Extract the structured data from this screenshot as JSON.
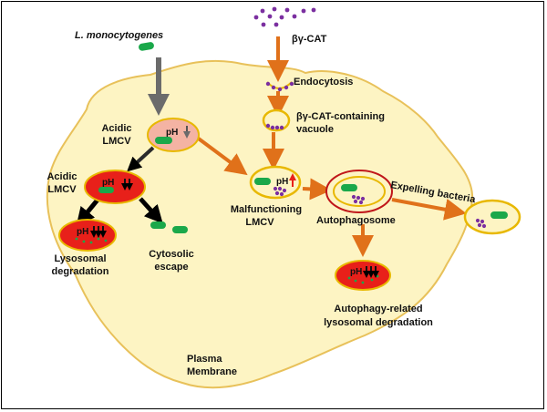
{
  "labels": {
    "listeria": "L. monocytogenes",
    "bgcat": "βγ-CAT",
    "endocytosis": "Endocytosis",
    "vacuole_line1": "βγ-CAT-containing",
    "vacuole_line2": "vacuole",
    "acidic_lmcv_1_line1": "Acidic",
    "acidic_lmcv_1_line2": "LMCV",
    "acidic_lmcv_2_line1": "Acidic",
    "acidic_lmcv_2_line2": "LMCV",
    "ph": "pH",
    "lysosomal_line1": "Lysosomal",
    "lysosomal_line2": "degradation",
    "cytosolic_line1": "Cytosolic",
    "cytosolic_line2": "escape",
    "malfunctioning_line1": "Malfunctioning",
    "malfunctioning_line2": "LMCV",
    "autophagosome": "Autophagosome",
    "expelling": "Expelling bacteria",
    "autophagy_line1": "Autophagy-related",
    "autophagy_line2": "lysosomal degradation",
    "membrane_line1": "Plasma",
    "membrane_line2": "Membrane"
  },
  "colors": {
    "cell_fill": "#fdf4c3",
    "cell_stroke": "#e8c15a",
    "bacteria": "#1aa84a",
    "toxin": "#7b2fa0",
    "orange_arrow": "#e0711a",
    "gray_arrow": "#6b6b6b",
    "vesicle_ring": "#e8b800",
    "acidic_light": "#f4b3a3",
    "acidic_red": "#e8201a",
    "autophagosome_ring": "#c0161a"
  }
}
